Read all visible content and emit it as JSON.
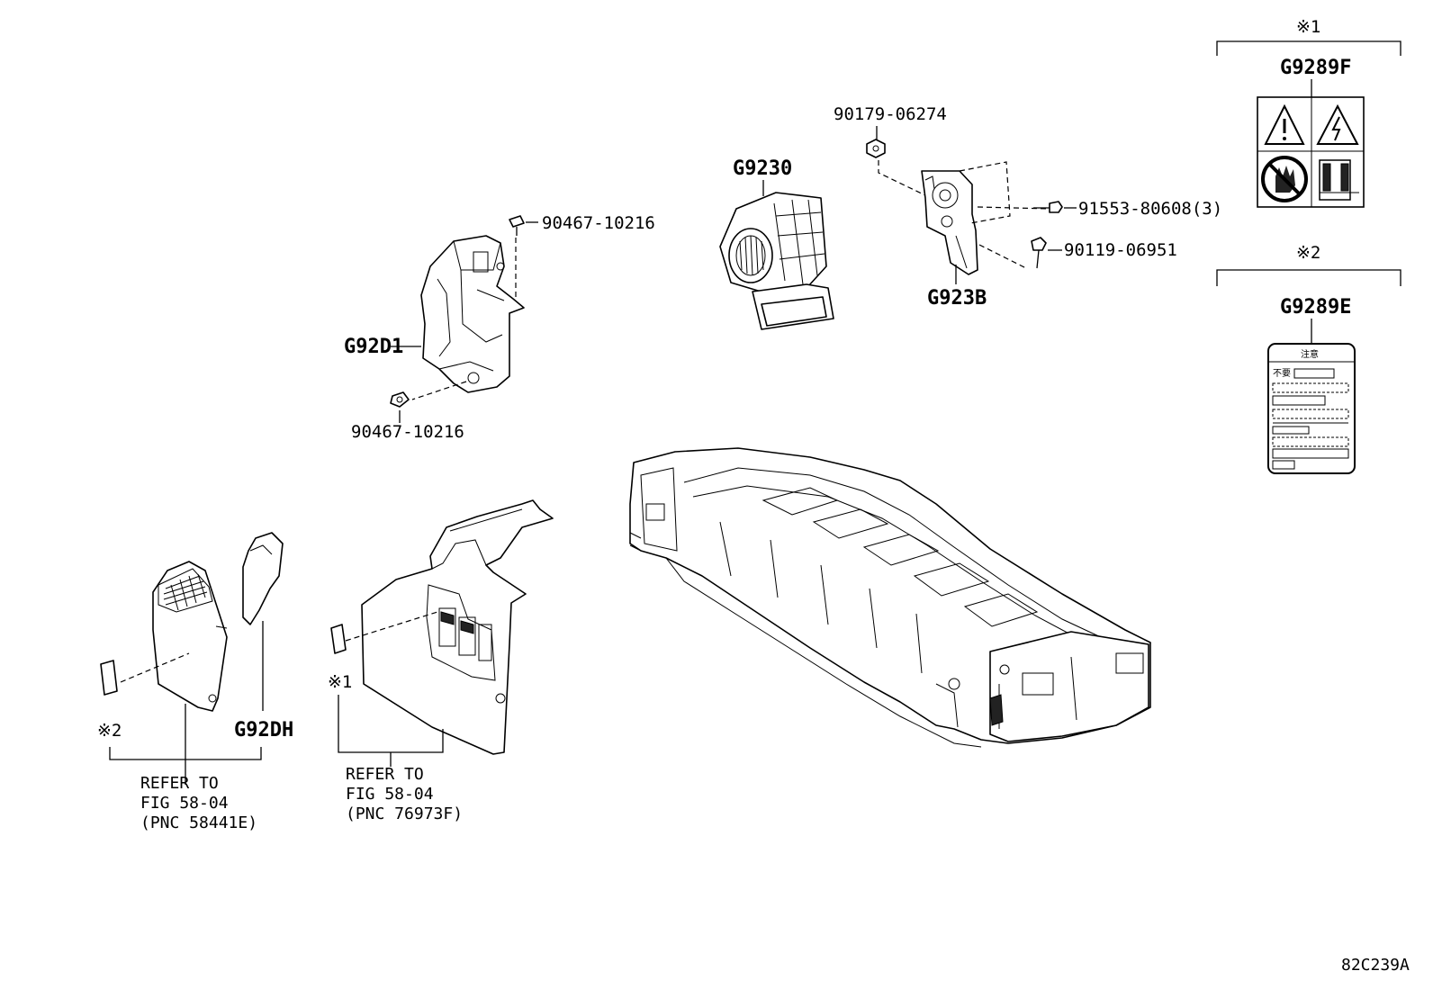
{
  "labels": {
    "g9289f": "G9289F",
    "g9289e": "G9289E",
    "note1_top": "※1",
    "note2_top": "※2",
    "note1_mid": "※1",
    "note2_left": "※2",
    "g9230": "G9230",
    "g923b": "G923B",
    "g92d1": "G92D1",
    "g92dh": "G92DH",
    "bolt_90179": "90179-06274",
    "bolt_91553": "91553-80608(3)",
    "bolt_90119": "90119-06951",
    "clip_upper": "90467-10216",
    "clip_lower": "90467-10216",
    "caution_title": "注意",
    "caution_sub": "不要",
    "figure_code": "82C239A"
  },
  "refs": {
    "left": {
      "line1": "REFER TO",
      "line2": "FIG 58-04",
      "line3": "(PNC 58441E)"
    },
    "middle": {
      "line1": "REFER TO",
      "line2": "FIG 58-04",
      "line3": "(PNC 76973F)"
    }
  }
}
